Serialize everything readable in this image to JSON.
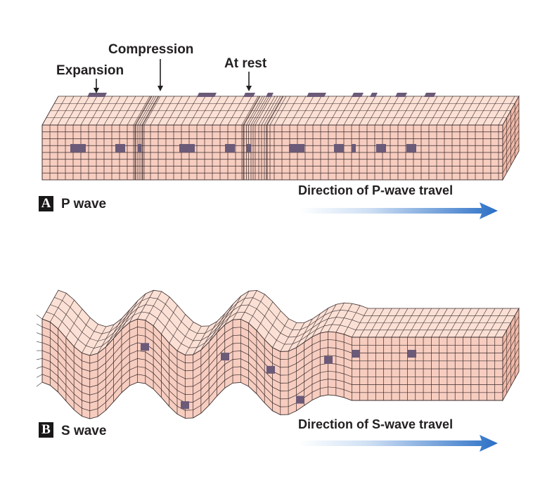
{
  "labels": {
    "expansion": "Expansion",
    "compression": "Compression",
    "at_rest": "At rest"
  },
  "panels": [
    {
      "letter": "A",
      "title": "P wave",
      "direction": "Direction of P-wave travel"
    },
    {
      "letter": "B",
      "title": "S wave",
      "direction": "Direction of S-wave travel"
    }
  ],
  "colors": {
    "block_fill": "#f7cdc0",
    "block_top": "#fbe0d5",
    "block_side": "#f0b9a8",
    "grid_line": "#3a2c2c",
    "marker": "#6b5a78",
    "arrow_start": "#ffffff",
    "arrow_end": "#2b6fc6"
  }
}
